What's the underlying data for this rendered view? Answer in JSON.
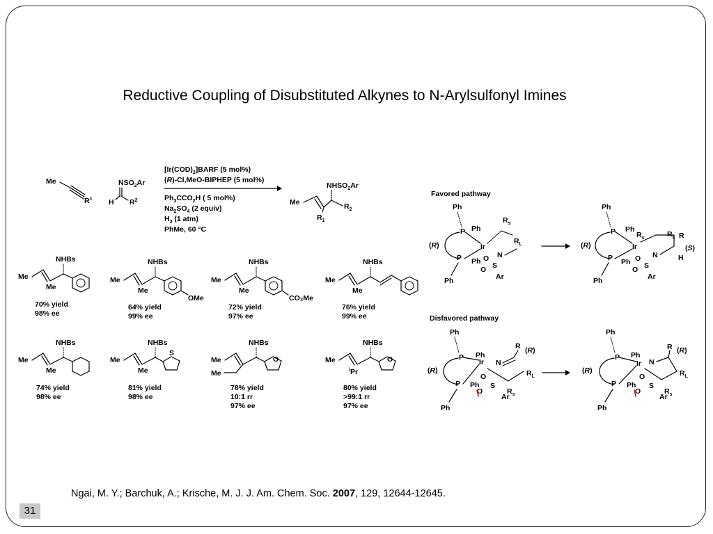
{
  "slide": {
    "title": "Reductive Coupling of Disubstituted Alkynes to N-Arylsulfonyl Imines",
    "number": "31"
  },
  "reaction": {
    "alkyne_label": "Me",
    "alkyne_sub": "R",
    "alkyne_sub_sup": "1",
    "imine_top": "NSO",
    "imine_top_sub": "2",
    "imine_top_after": "Ar",
    "imine_h": "H",
    "imine_r": "R",
    "imine_r_sup": "2",
    "conditions": {
      "cat1_a": "[Ir(COD)",
      "cat1_sub": "2",
      "cat1_b": "]BARF (5 mol%)",
      "cat2_a": "(",
      "cat2_italic": "R",
      "cat2_b": ")-Cl,MeO-BIPHEP (5 mol%)",
      "add1_a": "Ph",
      "add1_sub": "3",
      "add1_b": "CCO",
      "add1_sub2": "2",
      "add1_c": "H ( 5 mol%)",
      "add2_a": "Na",
      "add2_sub": "2",
      "add2_b": "SO",
      "add2_sub2": "4",
      "add2_c": " (2 equiv)",
      "add3_a": "H",
      "add3_sub": "2",
      "add3_b": " (1 atm)",
      "add4": "PhMe, 60 °C"
    },
    "product": {
      "nhso2ar_a": "NHSO",
      "nhso2ar_sub": "2",
      "nhso2ar_b": "Ar",
      "me": "Me",
      "r1": "R",
      "r1_sub": "1",
      "r2": "R",
      "r2_sub": "2"
    }
  },
  "examples": [
    {
      "group": "NHBs",
      "sub": "Me",
      "ring_label": "",
      "lines": [
        "70% yield",
        "98% ee"
      ]
    },
    {
      "group": "NHBs",
      "sub": "Me",
      "ring_label": "OMe",
      "lines": [
        "64% yield",
        "99% ee"
      ]
    },
    {
      "group": "NHBs",
      "sub": "Me",
      "ring_label": "CO₂Me",
      "lines": [
        "72% yield",
        "97% ee"
      ]
    },
    {
      "group": "NHBs",
      "sub": "Me",
      "ring_label": "",
      "lines": [
        "76% yield",
        "99% ee"
      ]
    },
    {
      "group": "NHBs",
      "sub": "Me",
      "ring_label": "",
      "lines": [
        "74% yield",
        "98% ee"
      ]
    },
    {
      "group": "NHBs",
      "sub": "Me",
      "ring_label": "S",
      "lines": [
        "81% yield",
        "98% ee"
      ]
    },
    {
      "group": "NHBs",
      "sub": "Me",
      "ring_label": "O",
      "lines": [
        "78% yield",
        "10:1 rr",
        "97% ee"
      ]
    },
    {
      "group": "NHBs",
      "sub": "Pr",
      "sub_sup": "i",
      "ring_label": "O",
      "lines": [
        "80% yield",
        ">99:1 rr",
        "97% ee"
      ]
    }
  ],
  "pathways": {
    "favored_title": "Favored pathway",
    "disfavored_title": "Disfavored pathway",
    "ph": "Ph",
    "p": "P",
    "ir": "Ir",
    "o": "O",
    "s": "S",
    "n": "N",
    "ar": "Ar",
    "h": "H",
    "r": "R",
    "r_label_a": "(",
    "r_label_i": "R",
    "r_label_b": ")",
    "s_label_i": "S",
    "rs": "R",
    "rs_sub": "s",
    "rl": "R",
    "rl_sub": "L"
  },
  "citation": {
    "authors": "Ngai, M. Y.; Barchuk, A.; Krische, M. J. J. Am. Chem. Soc. ",
    "year": "2007",
    "rest": ", 129, 12644-12645."
  }
}
